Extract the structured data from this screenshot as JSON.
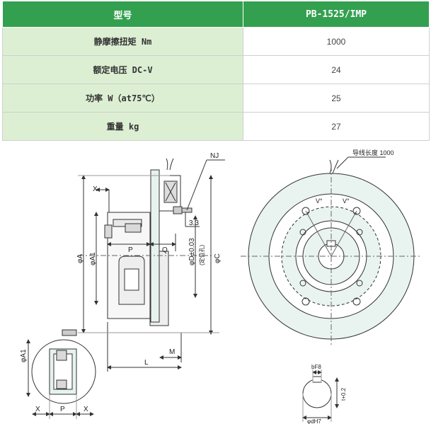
{
  "table": {
    "header": {
      "label": "型号",
      "value": "PB-1525/IMP"
    },
    "rows": [
      {
        "label": "静摩擦扭矩 Nm",
        "value": "1000"
      },
      {
        "label": "额定电压 DC-V",
        "value": "24"
      },
      {
        "label": "功率 W（at75℃）",
        "value": "25"
      },
      {
        "label": "重量 kg",
        "value": "27"
      }
    ]
  },
  "drawing": {
    "side_view": {
      "nj": "NJ",
      "x": "X",
      "dim_33": "3.3",
      "p": "P",
      "q": "Q",
      "phi_a": "φA",
      "phi_a1": "φA1",
      "phi_d": "φD±0.03",
      "phi_d_note": "(定位孔)",
      "phi_c": "φC",
      "m": "M",
      "l": "L"
    },
    "detail_view": {
      "phi_a1": "φA1",
      "x_left": "X",
      "p": "P",
      "x_right": "X"
    },
    "front_view": {
      "wire_length": "导线长度 1000",
      "v_left": "V°",
      "v_right": "V°"
    },
    "keyway": {
      "b": "bF8",
      "t": "t+0.2",
      "d": "φdH7"
    }
  }
}
